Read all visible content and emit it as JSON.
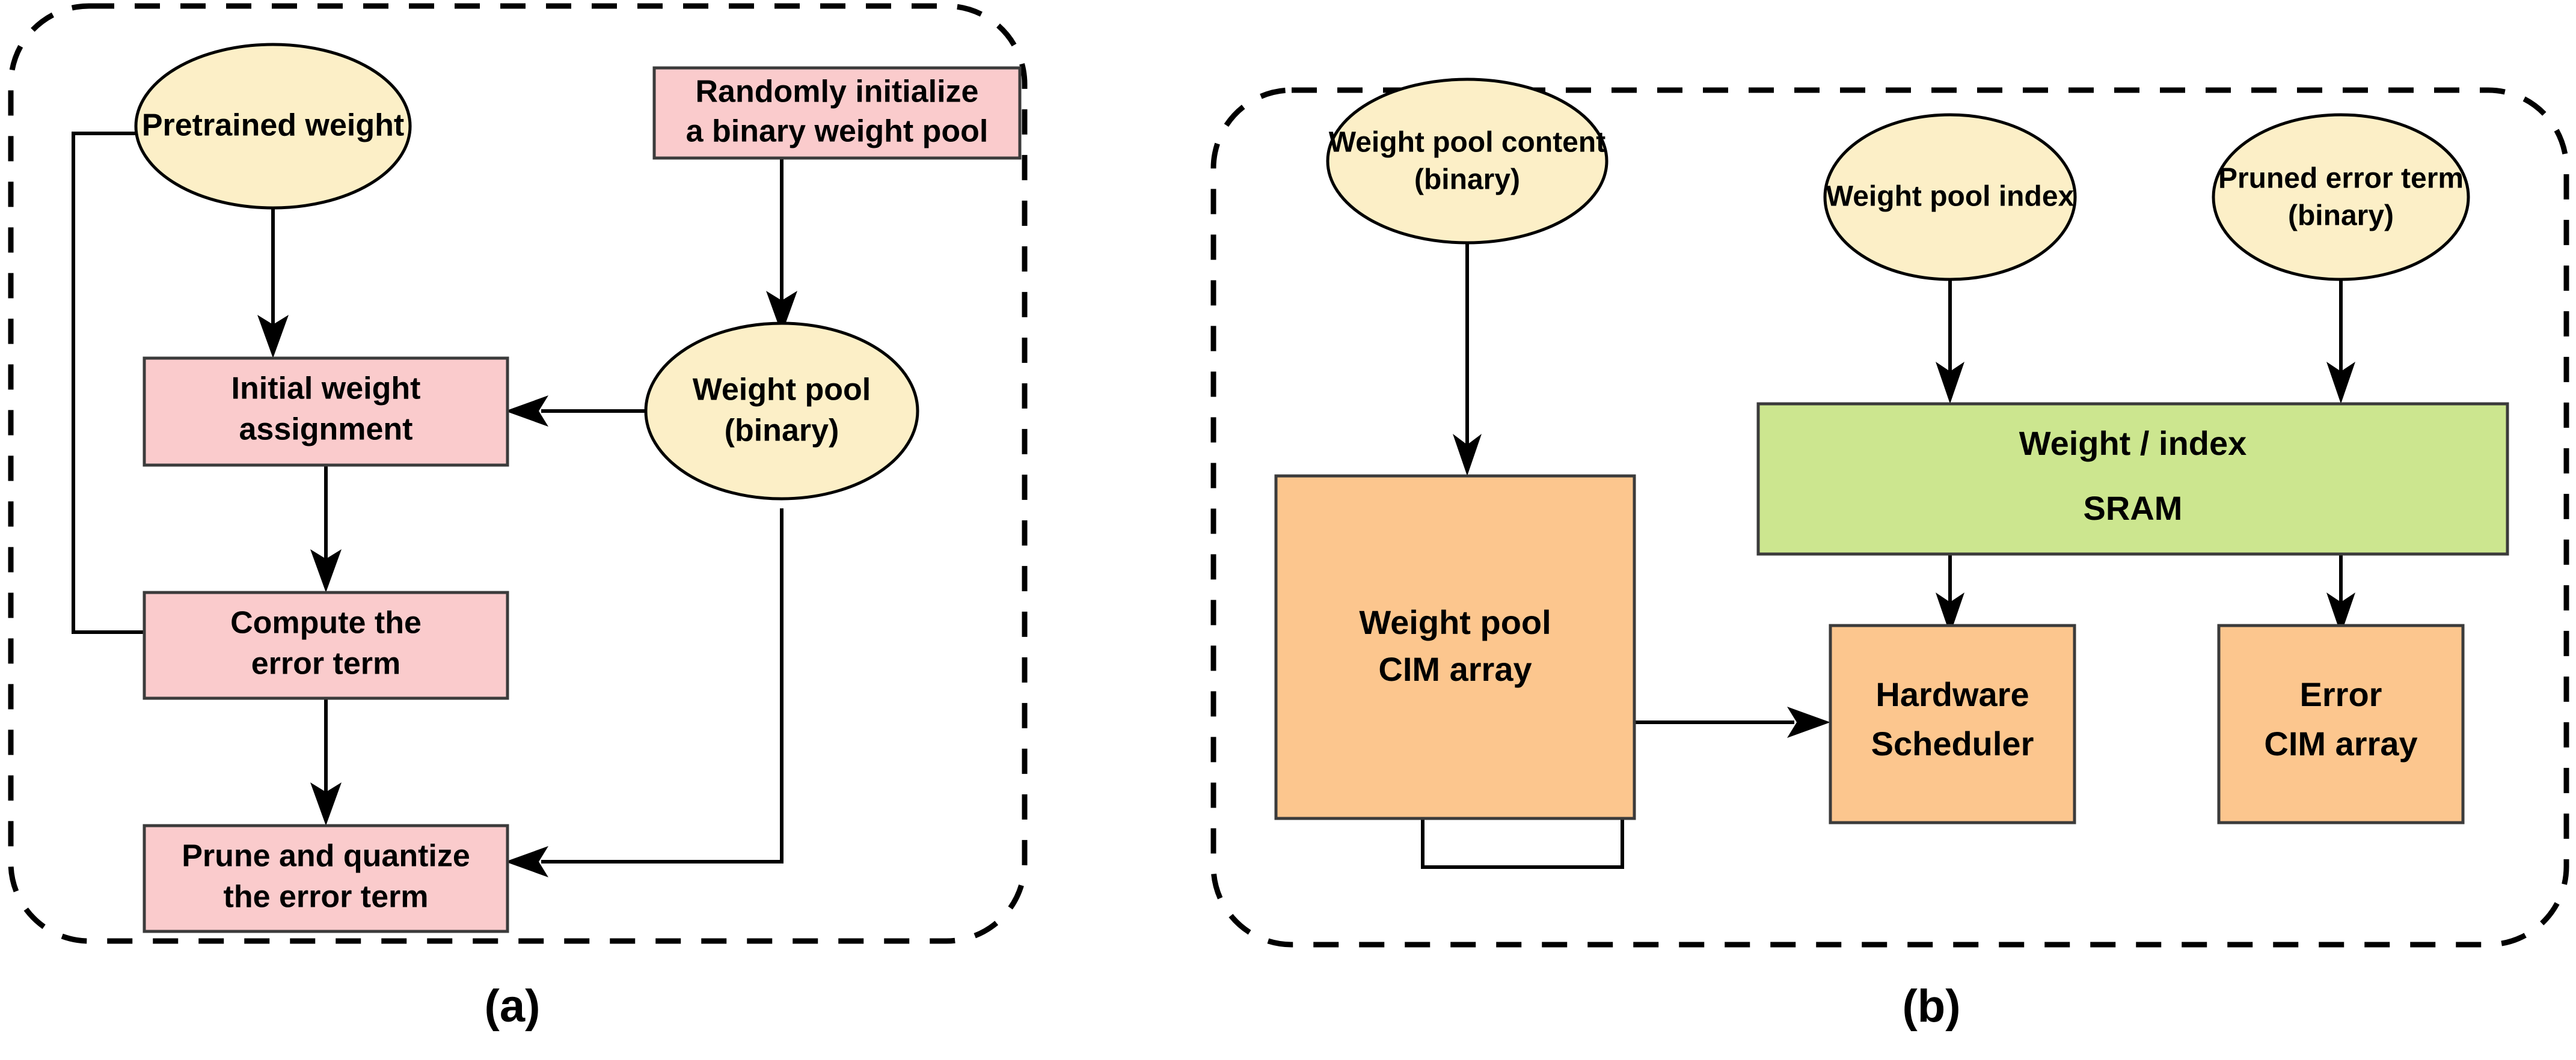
{
  "figure": {
    "background_color": "#ffffff",
    "panels": [
      {
        "id": "panel-a",
        "caption": "(a)",
        "border_style": "dashed-rounded",
        "nodes": [
          {
            "id": "pretrained-weight",
            "shape": "ellipse",
            "fill": "#FCEFC7",
            "lines": [
              "Pretrained weight"
            ]
          },
          {
            "id": "random-init-pool",
            "shape": "rectangle",
            "fill": "#FACBCC",
            "lines": [
              "Randomly initialize",
              "a binary weight pool"
            ]
          },
          {
            "id": "weight-pool-binary",
            "shape": "ellipse",
            "fill": "#FCEFC7",
            "lines": [
              "Weight pool",
              "(binary)"
            ]
          },
          {
            "id": "initial-weight-assignment",
            "shape": "rectangle",
            "fill": "#FACBCC",
            "lines": [
              "Initial weight",
              "assignment"
            ]
          },
          {
            "id": "compute-error-term",
            "shape": "rectangle",
            "fill": "#FACBCC",
            "lines": [
              "Compute the",
              "error term"
            ]
          },
          {
            "id": "prune-quantize-error",
            "shape": "rectangle",
            "fill": "#FACBCC",
            "lines": [
              "Prune and quantize",
              "the error term"
            ]
          }
        ],
        "edges": [
          {
            "from": "pretrained-weight",
            "to": "initial-weight-assignment",
            "type": "straight-down"
          },
          {
            "from": "pretrained-weight",
            "to": "compute-error-term",
            "type": "left-feedback"
          },
          {
            "from": "random-init-pool",
            "to": "weight-pool-binary",
            "type": "straight-down"
          },
          {
            "from": "weight-pool-binary",
            "to": "initial-weight-assignment",
            "type": "straight-left"
          },
          {
            "from": "initial-weight-assignment",
            "to": "compute-error-term",
            "type": "straight-down"
          },
          {
            "from": "compute-error-term",
            "to": "prune-quantize-error",
            "type": "straight-down"
          },
          {
            "from": "weight-pool-binary",
            "to": "prune-quantize-error",
            "type": "right-feedback"
          }
        ]
      },
      {
        "id": "panel-b",
        "caption": "(b)",
        "border_style": "dashed-rounded",
        "nodes": [
          {
            "id": "weight-pool-content",
            "shape": "ellipse",
            "fill": "#FCEFC7",
            "lines": [
              "Weight pool content",
              "(binary)"
            ]
          },
          {
            "id": "weight-pool-index",
            "shape": "ellipse",
            "fill": "#FCEFC7",
            "lines": [
              "Weight pool index"
            ]
          },
          {
            "id": "pruned-error-term",
            "shape": "ellipse",
            "fill": "#FCEFC7",
            "lines": [
              "Pruned error term",
              "(binary)"
            ]
          },
          {
            "id": "weight-index-sram",
            "shape": "rectangle",
            "fill": "#CCE68F",
            "lines": [
              "Weight / index",
              "SRAM"
            ]
          },
          {
            "id": "weight-pool-cim-array",
            "shape": "rectangle",
            "fill": "#FCC68E",
            "lines": [
              "Weight pool",
              "CIM array"
            ]
          },
          {
            "id": "hardware-scheduler",
            "shape": "rectangle",
            "fill": "#FCC68E",
            "lines": [
              "Hardware",
              "Scheduler"
            ]
          },
          {
            "id": "error-cim-array",
            "shape": "rectangle",
            "fill": "#FCC68E",
            "lines": [
              "Error",
              "CIM array"
            ]
          }
        ],
        "edges": [
          {
            "from": "weight-pool-content",
            "to": "weight-pool-cim-array",
            "type": "straight-down"
          },
          {
            "from": "weight-pool-index",
            "to": "weight-index-sram",
            "type": "straight-down"
          },
          {
            "from": "pruned-error-term",
            "to": "weight-index-sram",
            "type": "straight-down"
          },
          {
            "from": "weight-index-sram",
            "to": "hardware-scheduler",
            "type": "straight-down"
          },
          {
            "from": "weight-index-sram",
            "to": "error-cim-array",
            "type": "straight-down"
          },
          {
            "from": "weight-pool-cim-array",
            "to": "hardware-scheduler",
            "type": "elbow-down-right"
          }
        ]
      }
    ],
    "colors": {
      "ellipse_fill": "#FCEFC7",
      "pink_fill": "#FACBCC",
      "green_fill": "#CCE68F",
      "orange_fill": "#FCC68E",
      "box_stroke": "#3b3b3b",
      "line_stroke": "#000000"
    }
  }
}
